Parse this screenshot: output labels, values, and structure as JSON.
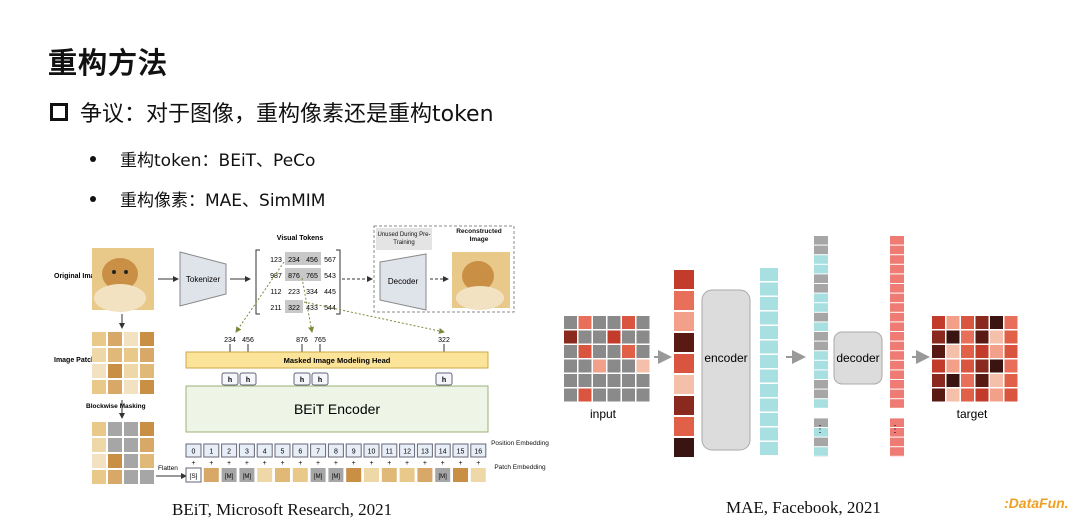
{
  "title": "重构方法",
  "claim": "争议：对于图像，重构像素还是重构token",
  "bullets": [
    "重构token：BEiT、PeCo",
    "重构像素：MAE、SimMIM"
  ],
  "beit": {
    "caption": "BEiT, Microsoft Research, 2021",
    "original_image": "Original Image",
    "image_patches": "Image Patches",
    "blockwise_masking": "Blockwise Masking",
    "flatten": "Flatten",
    "tokenizer": "Tokenizer",
    "visual_tokens": "Visual Tokens",
    "token_rows": [
      [
        "123",
        "234",
        "456",
        "567"
      ],
      [
        "987",
        "876",
        "765",
        "543"
      ],
      [
        "112",
        "223",
        "334",
        "445"
      ],
      [
        "211",
        "322",
        "433",
        "544"
      ]
    ],
    "unused": "Unused During Pre-Training",
    "decoder": "Decoder",
    "reconstructed": "Reconstructed Image",
    "mim_head": "Masked Image Modeling Head",
    "encoder": "BEiT Encoder",
    "predicted": [
      "234",
      "456",
      "876",
      "765",
      "322"
    ],
    "hidden": [
      "h",
      "h",
      "h",
      "h",
      "h"
    ],
    "positions": [
      "0",
      "1",
      "2",
      "3",
      "4",
      "5",
      "6",
      "7",
      "8",
      "9",
      "10",
      "11",
      "12",
      "13",
      "14",
      "15",
      "16"
    ],
    "position_embedding": "Position Embedding",
    "patch_embedding": "Patch Embedding",
    "cls": "[S]",
    "mask_token": "[M]",
    "plus": "+"
  },
  "mae": {
    "caption": "MAE, Facebook, 2021",
    "input": "input",
    "encoder": "encoder",
    "decoder": "decoder",
    "target": "target",
    "dots": "⋮"
  },
  "logo": "DataFun.",
  "colors": {
    "mim_head": "#fbe39a",
    "encoder_bg": "#eef5e6",
    "teal": "#a8dfe0",
    "salmon": "#ee7c74",
    "gray": "#a6a6a6",
    "accent": "#f0a020"
  }
}
